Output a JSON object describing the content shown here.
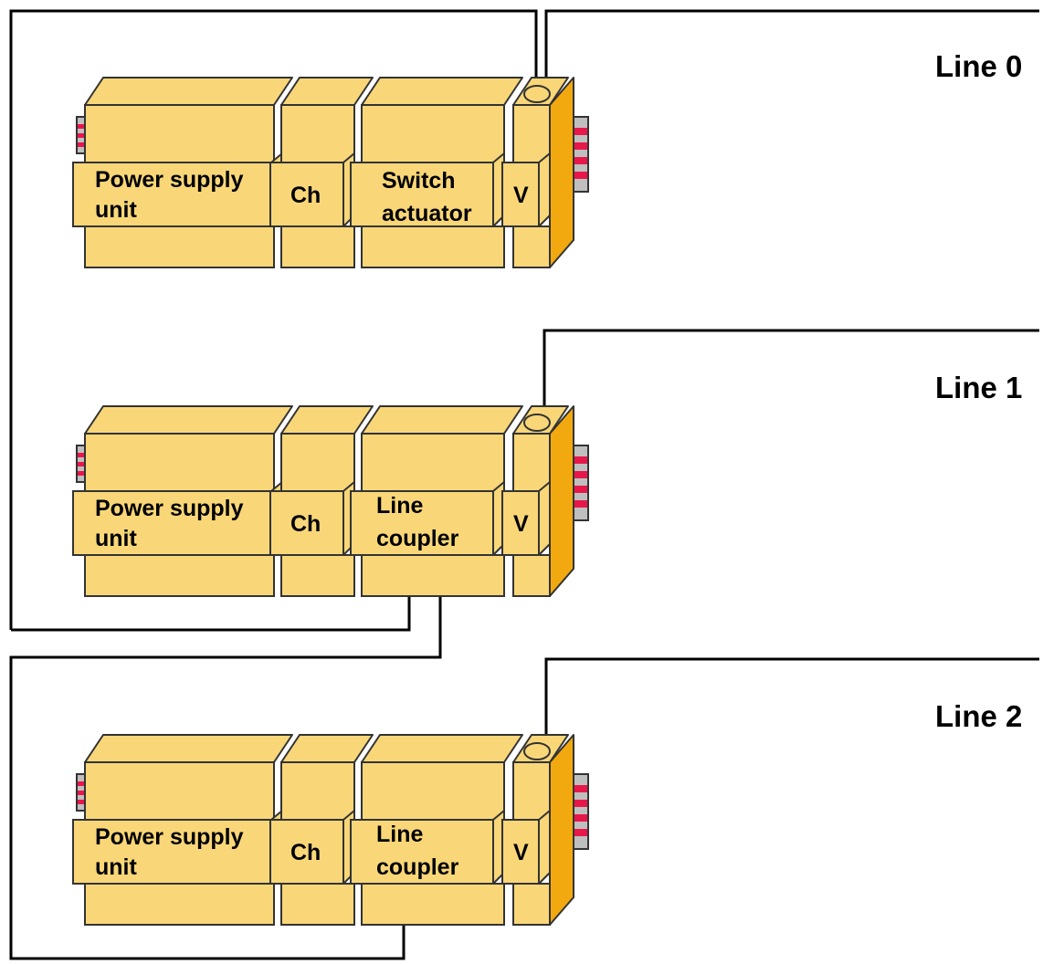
{
  "lines": [
    {
      "title": "Line 0",
      "modules": {
        "power_supply": [
          "Power supply",
          "unit"
        ],
        "choke": [
          "Ch"
        ],
        "device": [
          "Switch",
          "actuator"
        ],
        "connector": [
          "V"
        ]
      }
    },
    {
      "title": "Line 1",
      "modules": {
        "power_supply": [
          "Power supply",
          "unit"
        ],
        "choke": [
          "Ch"
        ],
        "device": [
          "Line",
          "coupler"
        ],
        "connector": [
          "V"
        ]
      }
    },
    {
      "title": "Line 2",
      "modules": {
        "power_supply": [
          "Power supply",
          "unit"
        ],
        "choke": [
          "Ch"
        ],
        "device": [
          "Line",
          "coupler"
        ],
        "connector": [
          "V"
        ]
      }
    }
  ],
  "colors": {
    "module_fill": "#F9D778",
    "module_side": "#F2A90F",
    "module_stroke": "#333333",
    "led_red": "#E8174A",
    "wire": "#000000"
  }
}
